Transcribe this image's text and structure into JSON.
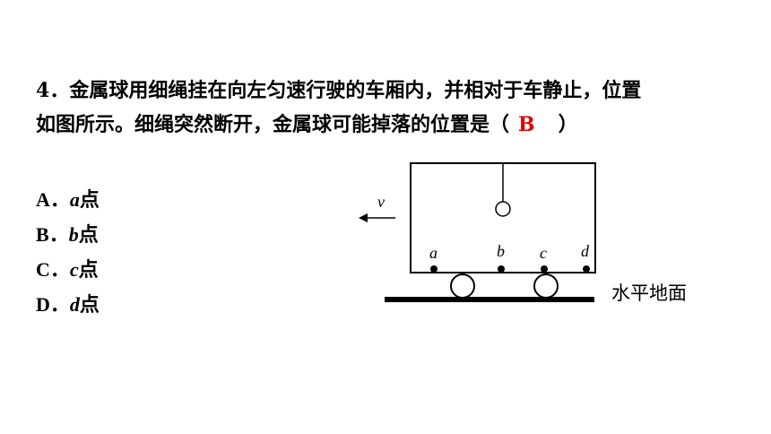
{
  "question": {
    "number": "4",
    "line1": "．金属球用细绳挂在向左匀速行驶的车厢内，并相对于车静止，位置",
    "line2": "如图所示。细绳突然断开，金属球可能掉落的位置是",
    "paren_open": "（",
    "answer": "B",
    "paren_close": "）",
    "answer_color": "#e00000"
  },
  "options": [
    {
      "letter": "A",
      "sep": "．",
      "var": "a",
      "suffix": "点"
    },
    {
      "letter": "B",
      "sep": "．",
      "var": "b",
      "suffix": "点"
    },
    {
      "letter": "C",
      "sep": "．",
      "var": "c",
      "suffix": "点"
    },
    {
      "letter": "D",
      "sep": "．",
      "var": "d",
      "suffix": "点"
    }
  ],
  "diagram": {
    "velocity_label": "v",
    "velocity_direction": "left",
    "point_labels": [
      "a",
      "b",
      "c",
      "d"
    ],
    "ground_label": "水平地面"
  }
}
